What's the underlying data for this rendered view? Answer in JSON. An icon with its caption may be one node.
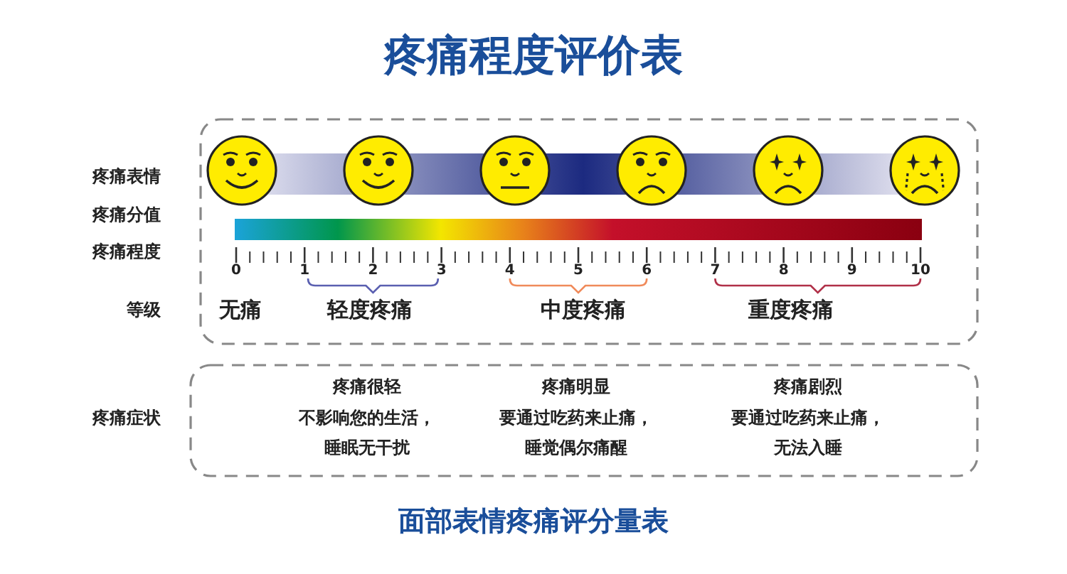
{
  "diagram": {
    "title": "疼痛程度评价表",
    "caption": "面部表情疼痛评分量表",
    "labels": [
      "疼痛表情",
      "疼痛分值",
      "疼痛程度",
      "0",
      "1",
      "2",
      "3",
      "4",
      "5",
      "6",
      "7",
      "8",
      "9",
      "10",
      "等级",
      "无痛",
      "轻度疼痛",
      "中度疼痛",
      "重度疼痛",
      "疼痛症状",
      "疼痛很轻",
      "不影响您的生活，",
      "睡眠无干扰",
      "疼痛明显",
      "要通过吃药来止痛，",
      "睡觉偶尔痛醒",
      "疼痛剧烈",
      "要通过吃药来止痛，",
      "无法入睡"
    ]
  }
}
